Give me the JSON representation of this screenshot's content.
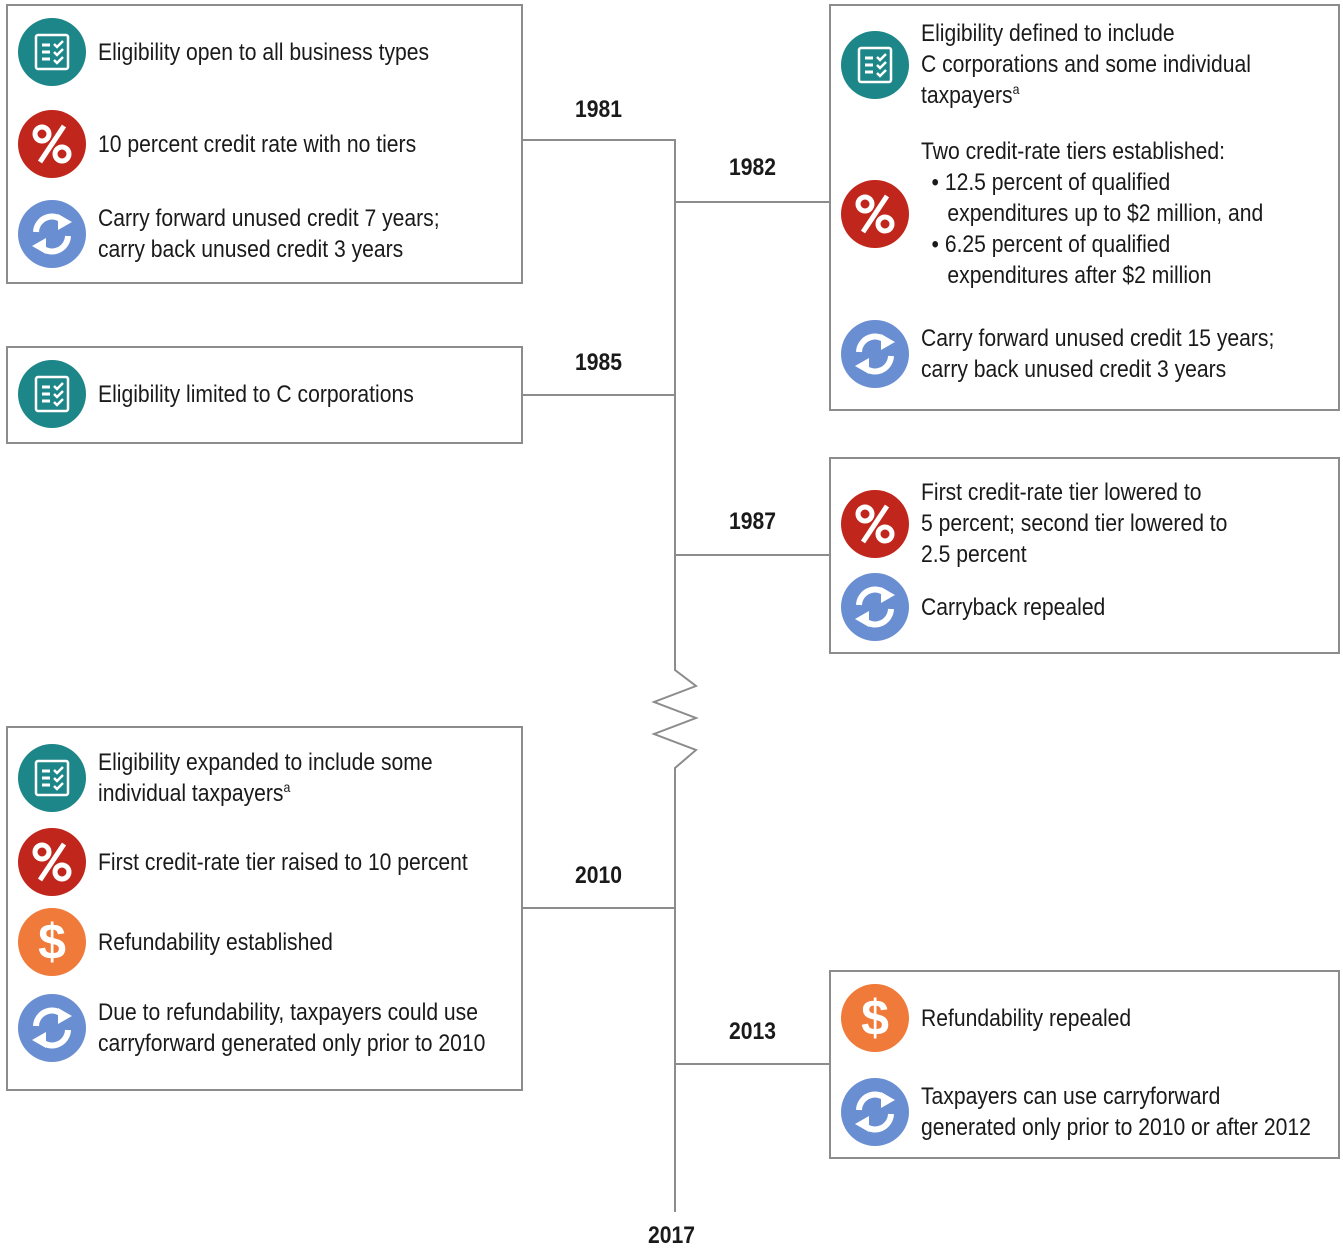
{
  "years": {
    "y1981": "1981",
    "y1982": "1982",
    "y1985": "1985",
    "y1987": "1987",
    "y2010": "2010",
    "y2013": "2013",
    "y2017": "2017"
  },
  "box1981": {
    "eligibility": "Eligibility open to all business types",
    "rate": "10 percent credit rate with no tiers",
    "carry_line1": "Carry forward unused credit 7 years;",
    "carry_line2": "carry back unused credit 3 years"
  },
  "box1982": {
    "elig_line1": "Eligibility defined to include",
    "elig_line2": "C corporations and some individual",
    "elig_line3": "taxpayers",
    "elig_note": "a",
    "rate_intro": "Two credit-rate tiers established:",
    "rate_b1_line1": "• 12.5 percent of qualified",
    "rate_b1_line2": "expenditures up to $2 million, and",
    "rate_b2_line1": "•  6.25 percent of qualified",
    "rate_b2_line2": "expenditures after $2 million",
    "carry_line1": "Carry forward unused credit 15 years;",
    "carry_line2": "carry back unused credit 3 years"
  },
  "box1985": {
    "eligibility": "Eligibility limited to C corporations"
  },
  "box1987": {
    "rate_line1": "First credit-rate tier lowered to",
    "rate_line2": "5 percent; second tier lowered to",
    "rate_line3": "2.5 percent",
    "carry": "Carryback repealed"
  },
  "box2010": {
    "elig_line1": "Eligibility expanded to include some",
    "elig_line2": "individual taxpayers",
    "elig_note": "a",
    "rate": "First credit-rate tier raised to 10 percent",
    "refund": "Refundability established",
    "carry_line1": "Due to refundability, taxpayers could use",
    "carry_line2": "carryforward generated only prior to 2010"
  },
  "box2013": {
    "refund": "Refundability repealed",
    "carry_line1": "Taxpayers can use carryforward",
    "carry_line2": "generated only prior to 2010 or after 2012"
  },
  "icons": {
    "eligibility": "checklist-icon",
    "rate": "percent-icon",
    "carry": "refresh-arrows-icon",
    "refund": "dollar-icon"
  },
  "colors": {
    "eligibility": "#1d8688",
    "rate": "#c0261b",
    "carry": "#6a8ed2",
    "refund": "#f07a3a",
    "line": "#8c8c8c"
  }
}
